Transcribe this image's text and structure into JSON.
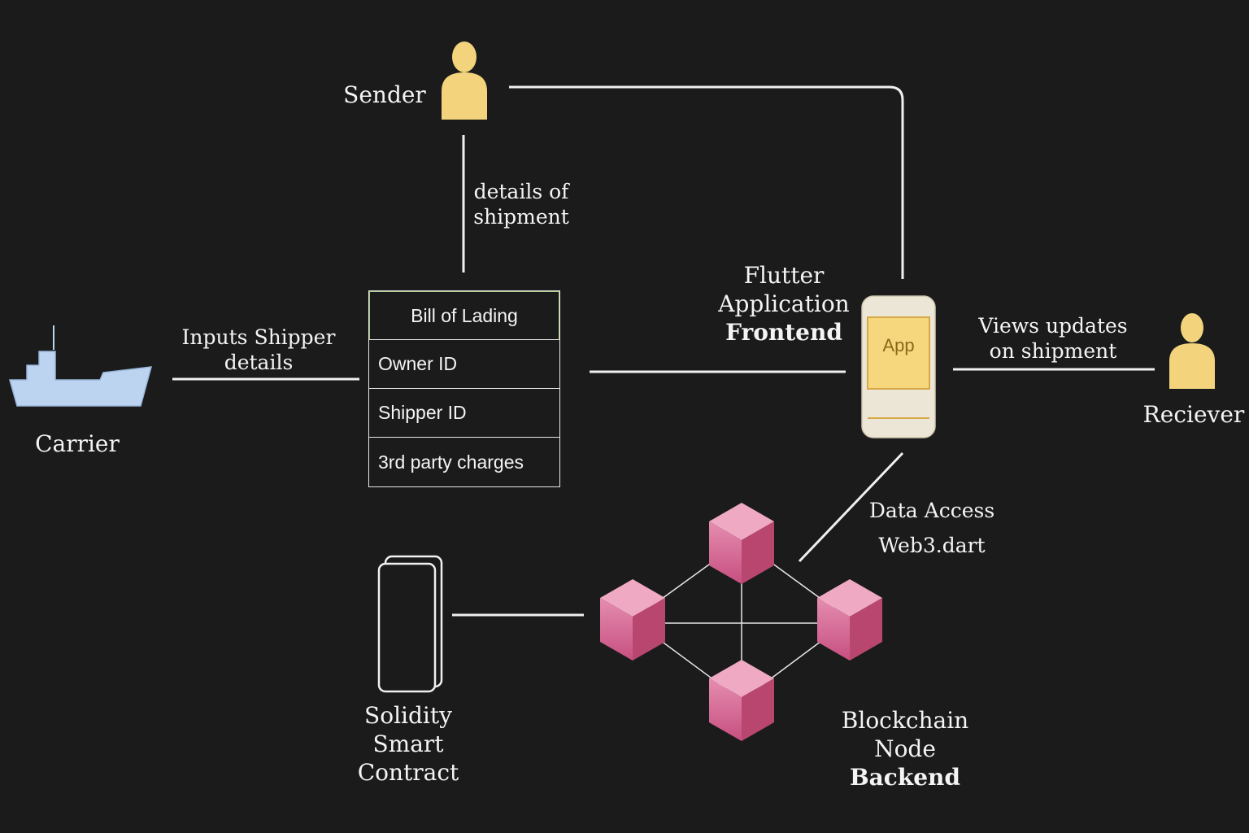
{
  "sender": {
    "label": "Sender"
  },
  "receiver": {
    "label": "Reciever"
  },
  "carrier": {
    "label": "Carrier"
  },
  "edge_labels": {
    "details_of_shipment": [
      "details of",
      "shipment"
    ],
    "inputs_shipper_details": [
      "Inputs Shipper",
      "details"
    ],
    "views_updates": [
      "Views updates",
      "on shipment"
    ],
    "data_access": [
      "Data Access",
      "Web3.dart"
    ]
  },
  "bill_of_lading": {
    "title": "Bill of Lading",
    "fields": [
      "Owner ID",
      "Shipper ID",
      "3rd party charges"
    ]
  },
  "frontend": {
    "title": "Flutter Application",
    "subtitle": "Frontend",
    "app_label": "App"
  },
  "backend": {
    "title": "Blockchain Node",
    "subtitle": "Backend"
  },
  "contract": {
    "title": "Solidity",
    "subtitle": "Smart Contract"
  },
  "icons": {
    "person": "person-icon",
    "ship": "ship-icon",
    "phone": "phone-icon",
    "cube": "cube-icon",
    "document": "document-icon"
  },
  "colors": {
    "background": "#1b1b1b",
    "person": "#f3d47d",
    "ship": "#bcd4f0",
    "cube": "#d96a95",
    "phone": "#ece6d6",
    "app_screen": "#f6d77d",
    "line": "#f0f0f0"
  }
}
